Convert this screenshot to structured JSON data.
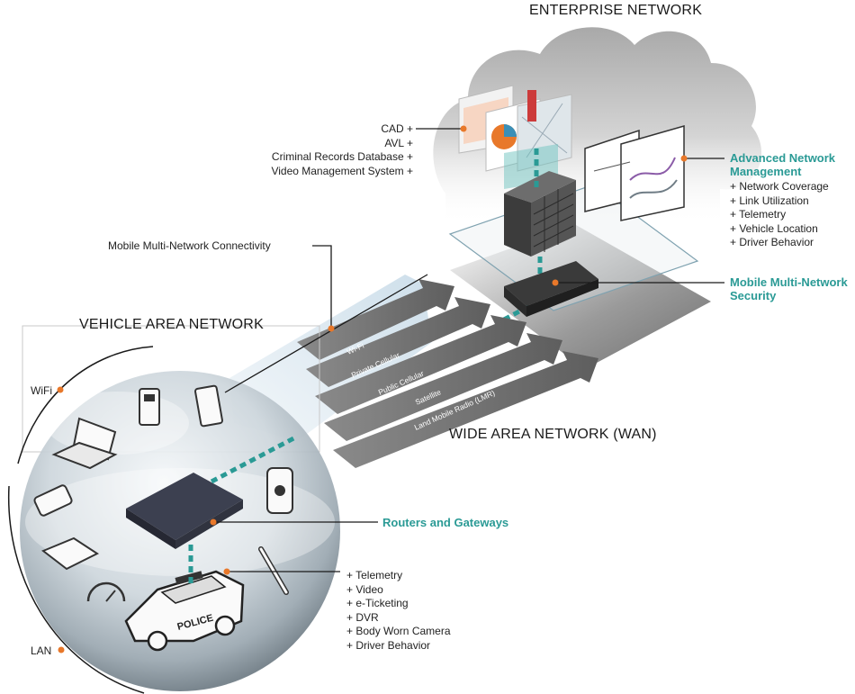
{
  "titles": {
    "enterprise": "ENTERPRISE NETWORK",
    "vehicle_area": "VEHICLE AREA NETWORK",
    "wan": "WIDE AREA NETWORK (WAN)"
  },
  "enterprise_apps": [
    "CAD +",
    "AVL +",
    "Criminal Records Database +",
    "Video Management System +"
  ],
  "advanced_network_management": {
    "title_line1": "Advanced Network",
    "title_line2": "Management",
    "items": [
      "+  Network Coverage",
      "+  Link Utilization",
      "+  Telemetry",
      "+  Vehicle Location",
      "+  Driver Behavior"
    ]
  },
  "security": {
    "line1": "Mobile Multi-Network",
    "line2": "Security"
  },
  "connectivity_label": "Mobile Multi-Network Connectivity",
  "wan_lanes": [
    "Wi-Fi",
    "Private Cellular",
    "Public Cellular",
    "Satellite",
    "Land Mobile Radio (LMR)"
  ],
  "routers_label": "Routers and Gateways",
  "van_labels": {
    "wifi": "WiFi",
    "lan": "LAN"
  },
  "vehicle_services": [
    "+  Telemetry",
    "+  Video",
    "+  e-Ticketing",
    "+  DVR",
    "+  Body Worn Camera",
    "+  Driver Behavior"
  ],
  "car_text": "POLICE",
  "colors": {
    "teal": "#2a9a95",
    "orange": "#e8782a",
    "cloud": "#b8b8b8",
    "dark": "#222222"
  }
}
